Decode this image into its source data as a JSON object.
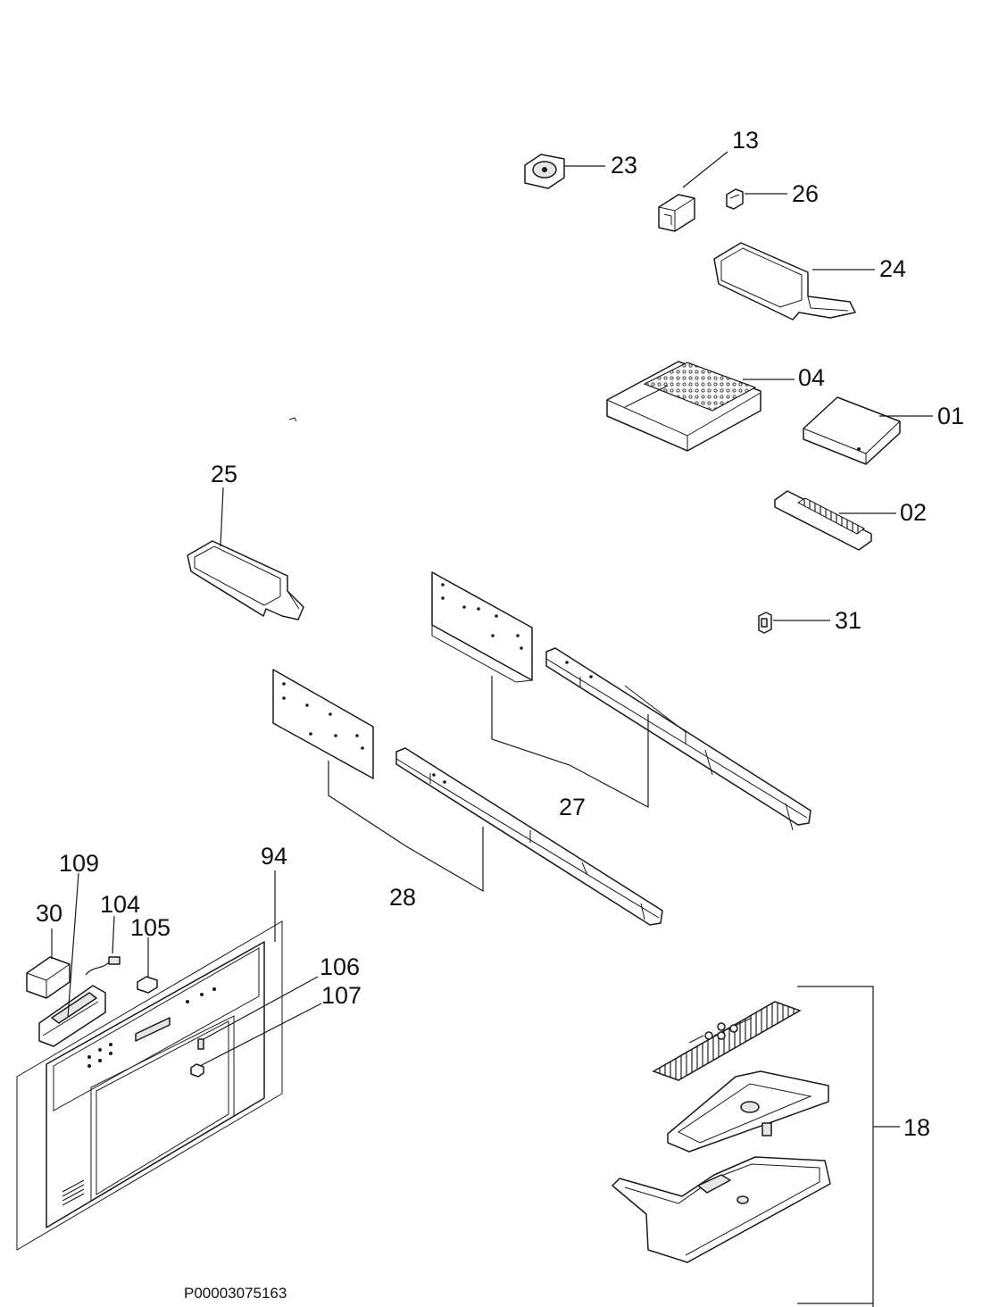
{
  "labels": {
    "p23": "23",
    "p13": "13",
    "p26": "26",
    "p24": "24",
    "p04": "04",
    "p01": "01",
    "p02": "02",
    "p31": "31",
    "p25": "25",
    "p27": "27",
    "p28": "28",
    "p94": "94",
    "p109": "109",
    "p104": "104",
    "p105": "105",
    "p30": "30",
    "p106": "106",
    "p107": "107",
    "p18": "18"
  },
  "drawing_code": "P00003075163"
}
